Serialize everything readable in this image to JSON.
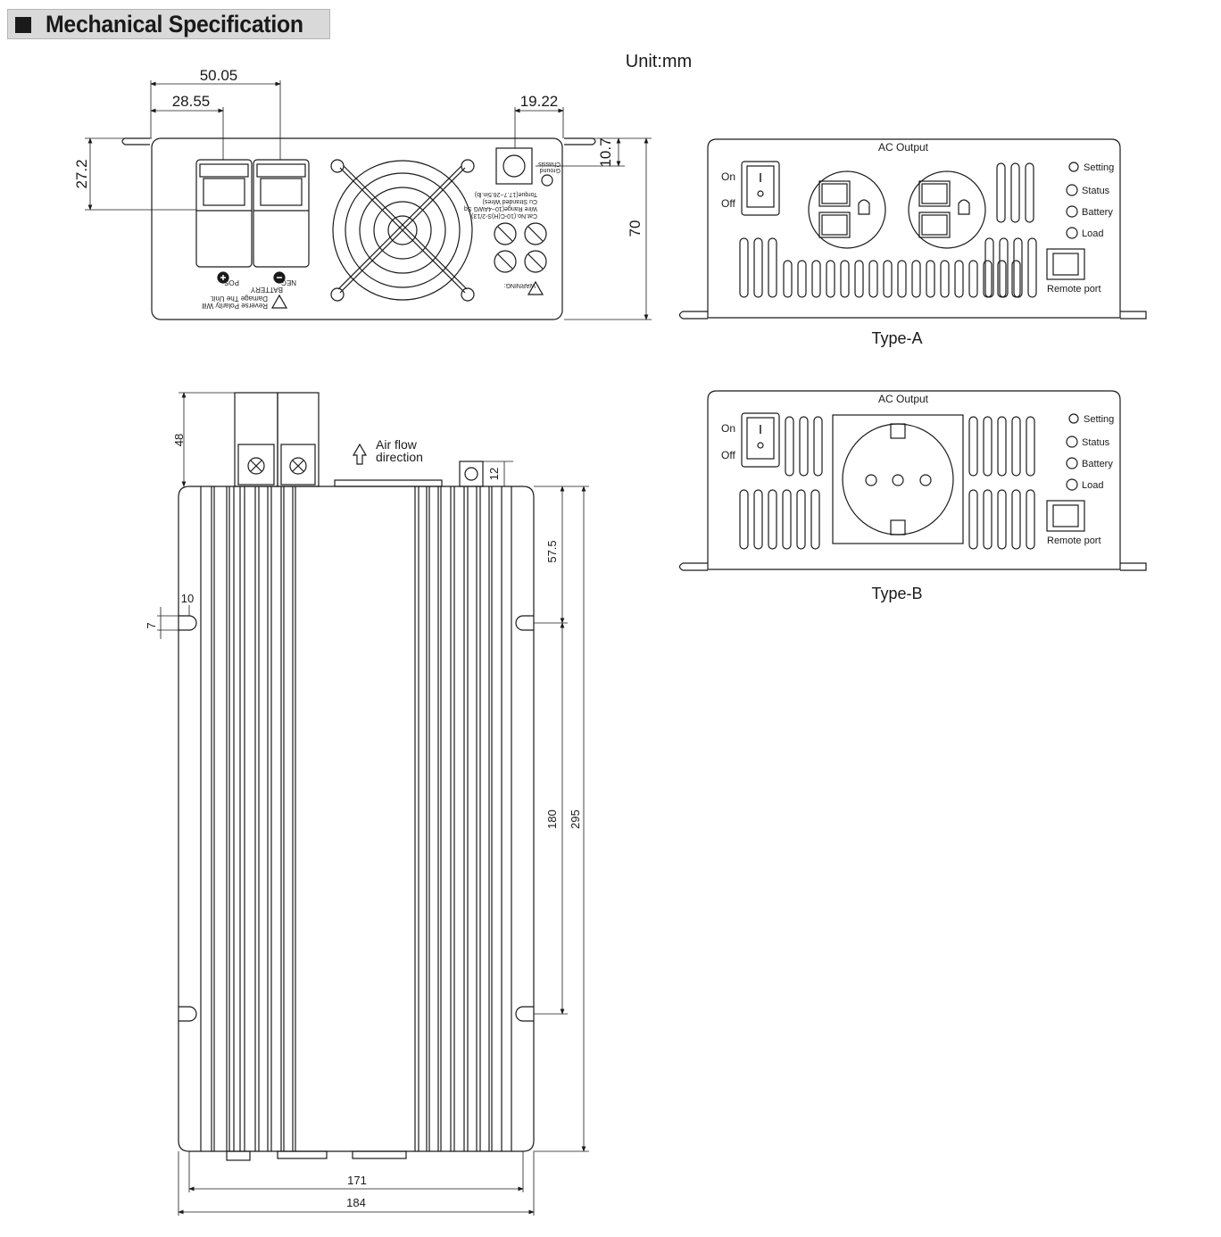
{
  "header": {
    "title": "Mechanical Specification"
  },
  "unit_label": "Unit:mm",
  "front_view": {
    "dims": {
      "d1": "50.05",
      "d2": "28.55",
      "d3": "19.22",
      "d4": "27.2",
      "d5": "10.7",
      "d6": "70"
    },
    "labels": {
      "pos": "POS",
      "neg": "NEG",
      "battery": "BATTERY",
      "polarity_1": "Reverse Polarity Will",
      "polarity_2": "Damage The Unit.",
      "warning": "WARNING:",
      "chassis_1": "Chassis",
      "chassis_2": "Ground",
      "wire_1": "Torque(17.7~26.5in.lb)",
      "wire_2": "Cu Stranded Wires)",
      "wire_3": "Wire Range(10~4AWG Sq",
      "wire_4": "Cat.No.(10-C(H)S-2/13)"
    }
  },
  "type_a": {
    "caption": "Type-A",
    "ac_output": "AC Output",
    "on": "On",
    "off": "Off",
    "leds": [
      "Setting",
      "Status",
      "Battery",
      "Load"
    ],
    "remote_port": "Remote port"
  },
  "type_b": {
    "caption": "Type-B",
    "ac_output": "AC Output",
    "on": "On",
    "off": "Off",
    "leds": [
      "Setting",
      "Status",
      "Battery",
      "Load"
    ],
    "remote_port": "Remote port"
  },
  "top_view": {
    "airflow_1": "Air flow",
    "airflow_2": "direction",
    "dims": {
      "d48": "48",
      "d12": "12",
      "d57": "57.5",
      "d180": "180",
      "d295": "295",
      "d10": "10",
      "d7": "7",
      "d171": "171",
      "d184": "184"
    }
  }
}
